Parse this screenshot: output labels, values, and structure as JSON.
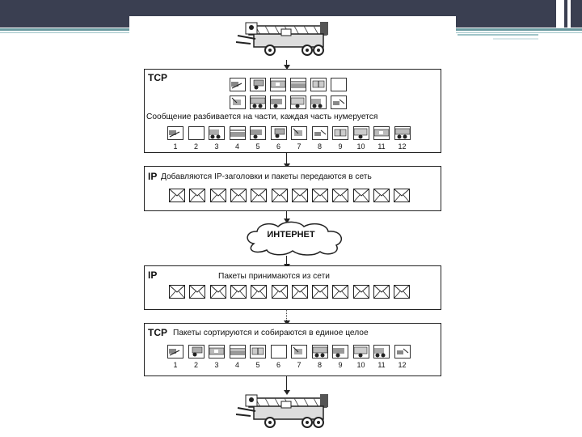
{
  "tcp_send": {
    "label": "TCP",
    "caption": "Сообщение разбивается на части, каждая часть нумеруется",
    "numbers": [
      "1",
      "2",
      "3",
      "4",
      "5",
      "6",
      "7",
      "8",
      "9",
      "10",
      "11",
      "12"
    ]
  },
  "ip_send": {
    "label": "IP",
    "caption": "Добавляются IP-заголовки и пакеты передаются в сеть"
  },
  "internet": {
    "label": "ИНТЕРНЕТ"
  },
  "ip_receive": {
    "label": "IP",
    "caption": "Пакеты принимаются из сети"
  },
  "tcp_receive": {
    "label": "TCP",
    "caption": "Пакеты сортируются и собираются в единое целое",
    "numbers": [
      "1",
      "2",
      "3",
      "4",
      "5",
      "6",
      "7",
      "8",
      "9",
      "10",
      "11",
      "12"
    ]
  },
  "colors": {
    "slide_bar": "#3a3f51",
    "accent": "#6a9aa0",
    "ink": "#222222"
  },
  "icons": {
    "truck": "crane-truck-icon",
    "packet": "envelope-icon",
    "cloud": "cloud-icon"
  }
}
